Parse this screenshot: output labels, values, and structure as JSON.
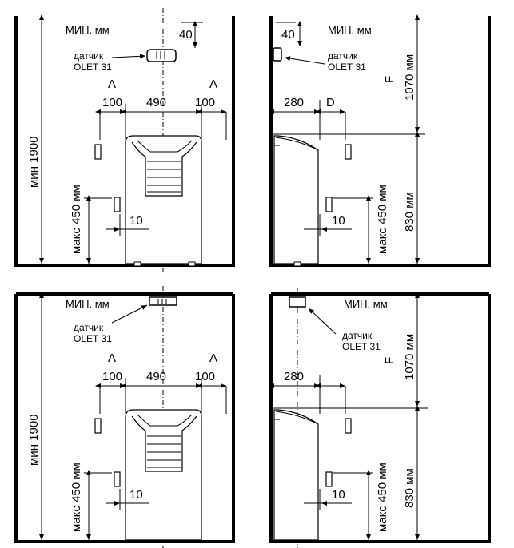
{
  "panels": {
    "top_front": {
      "min_label": "МИН. мм",
      "sensor_label_1": "датчик",
      "sensor_label_2": "OLET 31",
      "dim_top": "40",
      "label_a_left": "A",
      "label_a_right": "A",
      "dim_left": "100",
      "dim_center": "490",
      "dim_right": "100",
      "dim_height": "мин 1900",
      "dim_max": "макс 450 мм",
      "dim_gap": "10"
    },
    "top_side": {
      "min_label": "МИН. мм",
      "sensor_label_1": "датчик",
      "sensor_label_2": "OLET 31",
      "dim_top": "40",
      "dim_depth": "280",
      "label_d": "D",
      "label_f": "F",
      "dim_upper": "1070 мм",
      "dim_lower": "830 мм",
      "dim_max": "макс 450 мм",
      "dim_gap": "10"
    },
    "bottom_front": {
      "min_label": "МИН. мм",
      "sensor_label_1": "датчик",
      "sensor_label_2": "OLET 31",
      "label_a_left": "A",
      "label_a_right": "A",
      "dim_left": "100",
      "dim_center": "490",
      "dim_right": "100",
      "dim_height": "мин 1900",
      "dim_max": "макс 450 мм",
      "dim_gap": "10"
    },
    "bottom_side": {
      "min_label": "МИН. мм",
      "sensor_label_1": "датчик",
      "sensor_label_2": "OLET 31",
      "dim_depth": "280",
      "label_f": "F",
      "dim_upper": "1070 мм",
      "dim_lower": "830 мм",
      "dim_max": "макс 450 мм",
      "dim_gap": "10"
    }
  }
}
